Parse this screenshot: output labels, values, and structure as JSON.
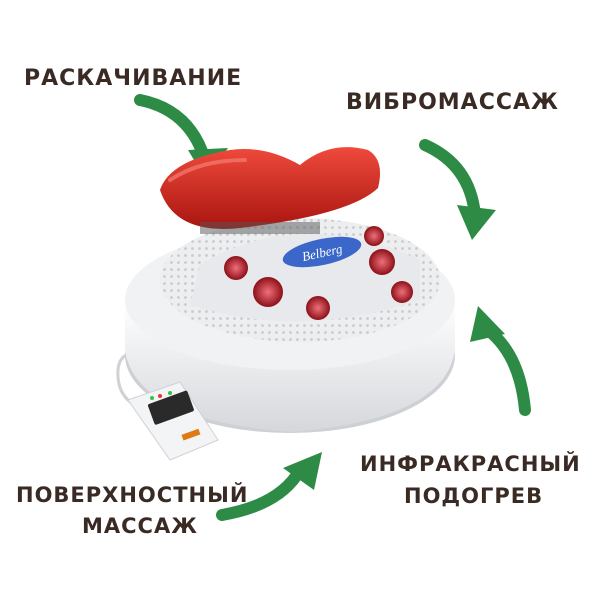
{
  "labels": {
    "swinging": "РАСКАЧИВАНИЕ",
    "vibro": "ВИБРОМАССАЖ",
    "infrared_line1": "ИНФРАКРАСНЫЙ",
    "infrared_line2": "ПОДОГРЕВ",
    "surface_line1": "ПОВЕРХНОСТНЫЙ",
    "surface_line2": "МАССАЖ"
  },
  "device": {
    "brand": "Belberg"
  },
  "colors": {
    "text": "#3a2a24",
    "arrow": "#2e8b45",
    "device_body": "#e9eaec",
    "roller": "#d42a1f",
    "heater": "#b3202a"
  }
}
